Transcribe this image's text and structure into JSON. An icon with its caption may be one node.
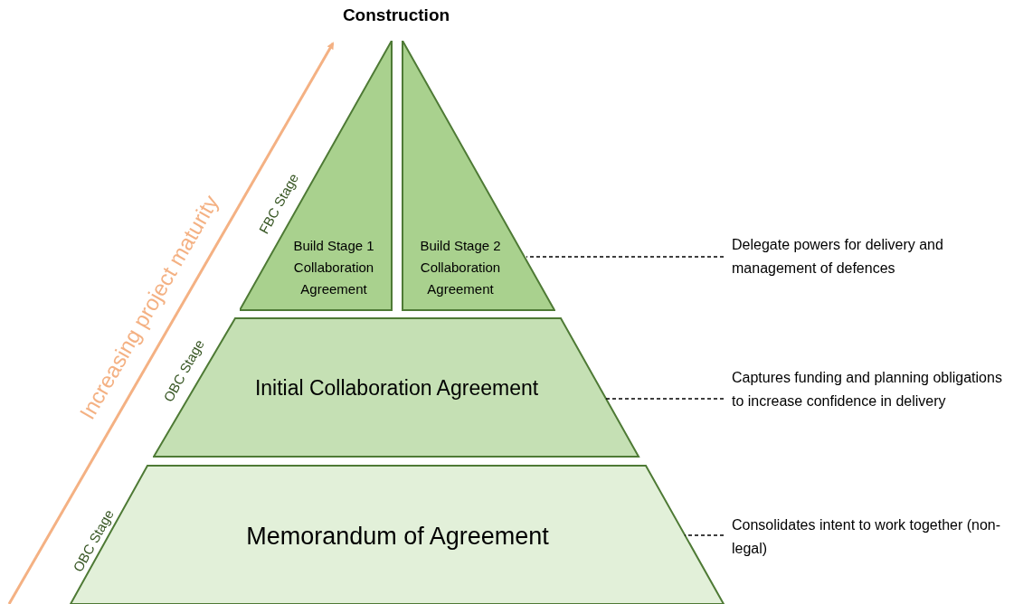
{
  "diagram": {
    "title": "Construction",
    "nodes": [
      {
        "text": [
          "Build Stage 1 Collaboration Agreement"
        ],
        "beside": [
          "FBC Stage"
        ]
      },
      {
        "text": [
          "Build Stage 2 Collaboration Agreement"
        ]
      },
      {
        "text": [
          "Initial Collaboration Agreement"
        ],
        "beside": [
          "OBC Stage"
        ]
      },
      {
        "text": [
          "Memorandum of Agreement"
        ],
        "beside": [
          "OBC Stage"
        ]
      },
      {
        "text": [
          "Delegate powers for delivery and management of defences"
        ]
      },
      {
        "text": [
          "Captures funding and planning obligations to increase confidence in delivery"
        ]
      },
      {
        "text": [
          "Consolidates intent to work together (non-legal)"
        ]
      }
    ],
    "edges": [
      {
        "from": 4,
        "to": 1,
        "arrow": "none",
        "style": "dashed"
      },
      {
        "from": 5,
        "to": 2,
        "arrow": "none",
        "style": "dashed"
      },
      {
        "from": 6,
        "to": 3,
        "arrow": "none",
        "style": "dashed"
      }
    ],
    "labels": [
      "Increasing project maturity"
    ]
  }
}
